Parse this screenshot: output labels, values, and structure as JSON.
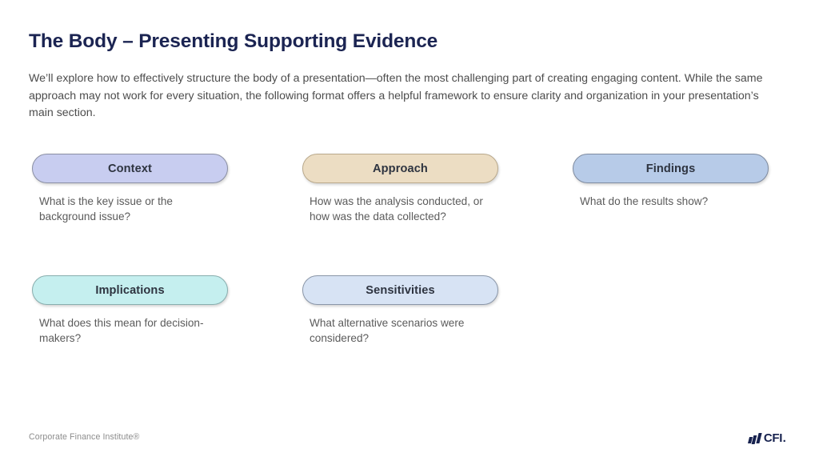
{
  "slide": {
    "title": "The Body – Presenting Supporting Evidence",
    "intro": "We’ll explore how to effectively structure the body of a presentation—often the most challenging part of creating engaging content. While the same approach may not work for every situation, the following format offers a helpful framework to ensure clarity and organization in your presentation’s main section.",
    "cards": [
      {
        "label": "Context",
        "caption": "What is the key issue or the background issue?",
        "fill": "#c8cdf0",
        "border": "#8a8fa3"
      },
      {
        "label": "Approach",
        "caption": "How was the analysis conducted, or how was the data collected?",
        "fill": "#ecddc3",
        "border": "#b9a98c"
      },
      {
        "label": "Findings",
        "caption": "What do the results show?",
        "fill": "#b7cbe8",
        "border": "#7e8ba0"
      },
      {
        "label": "Implications",
        "caption": "What does this mean for decision-makers?",
        "fill": "#c5efef",
        "border": "#88aeae"
      },
      {
        "label": "Sensitivities",
        "caption": "What alternative scenarios were considered?",
        "fill": "#d7e3f4",
        "border": "#8a96a8"
      }
    ]
  },
  "footer": {
    "attribution": "Corporate Finance Institute®",
    "logo_word": "CFI",
    "logo_dot": "."
  }
}
